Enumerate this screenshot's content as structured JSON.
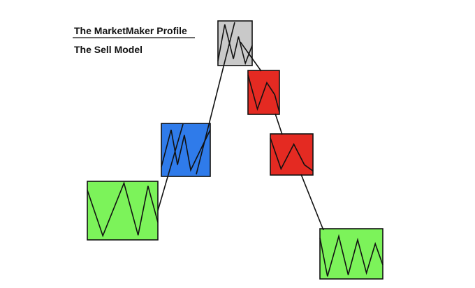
{
  "title": "The MarketMaker Profile",
  "subtitle": "The Sell Model",
  "colors": {
    "green": "#7CF35A",
    "blue": "#2F7BEA",
    "gray": "#C9C9C9",
    "red": "#E42A22",
    "line": "#111111"
  },
  "stages": [
    {
      "name": "green-accumulation-box",
      "color": "green"
    },
    {
      "name": "blue-rally-box",
      "color": "blue"
    },
    {
      "name": "gray-top-box",
      "color": "gray"
    },
    {
      "name": "red-decline-box-1",
      "color": "red"
    },
    {
      "name": "red-decline-box-2",
      "color": "red"
    },
    {
      "name": "green-bottom-box",
      "color": "green"
    }
  ]
}
